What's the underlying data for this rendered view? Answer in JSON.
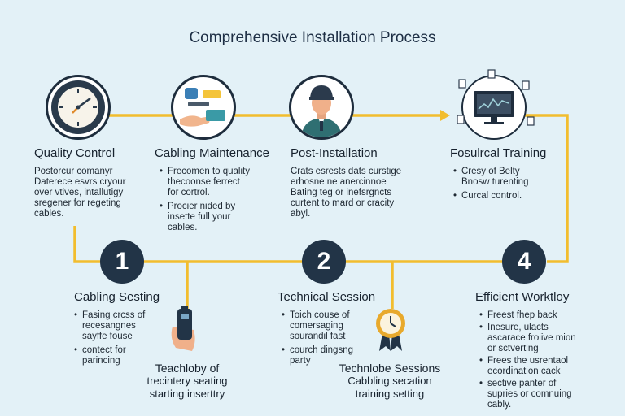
{
  "title": "Comprehensive Installation Process",
  "colors": {
    "connector": "#f2bd2e",
    "accent_dark": "#223447",
    "background": "#e3f1f7"
  },
  "top_steps": [
    {
      "heading": "Quality Control",
      "icon": "clock-icon",
      "description": "Postorcur comanyr\nDaterece esvrs cryour\nover vtives, intallutigy\nsregener for regeting\ncables."
    },
    {
      "heading": "Cabling Maintenance",
      "icon": "handshake-cables-icon",
      "bullets": [
        "Frecomen to quality\nthecoonse ferrect\nfor cortrol.",
        "Procier nided by\ninsette full your\ncables."
      ]
    },
    {
      "heading": "Post-Installation",
      "icon": "technician-icon",
      "description": "Crats esrests dats curstige\nerhosne ne anercinnoe\nBating teg or inefsrgncts\ncurtent to mard or cracity\nabyl."
    },
    {
      "heading": "Fosulrcal Training",
      "icon": "monitor-icon",
      "bullets": [
        "Cresy of Belty\nBnosw turenting",
        "Curcal control."
      ]
    }
  ],
  "bottom_steps": [
    {
      "number": "1",
      "heading": "Cabling Sesting",
      "bullets": [
        "Fasing crcss of\nrecesangnes\nsayffe fouse",
        "contect for\nparincing"
      ],
      "sub_title": "Teachloby of",
      "sub_lines": [
        "trecintery seating",
        "starting inserttry"
      ]
    },
    {
      "number": "2",
      "heading": "Technical Session",
      "bullets": [
        "Toich couse of\ncomersaging\nsourandil fast",
        "courch dingsng\nparty"
      ],
      "sub_title": "Technlobe Sessions",
      "sub_lines": [
        "Cabbling secation",
        "training setting"
      ]
    },
    {
      "number": "4",
      "heading": "Efficient Worktloy",
      "bullets": [
        "Freest fhep back",
        "Inesure, ulacts\nascarace froiive mion\nor sctverting",
        "Frees the usrentaol\necordination cack",
        "sective panter of\nsupries or comnuing\ncably."
      ]
    }
  ]
}
